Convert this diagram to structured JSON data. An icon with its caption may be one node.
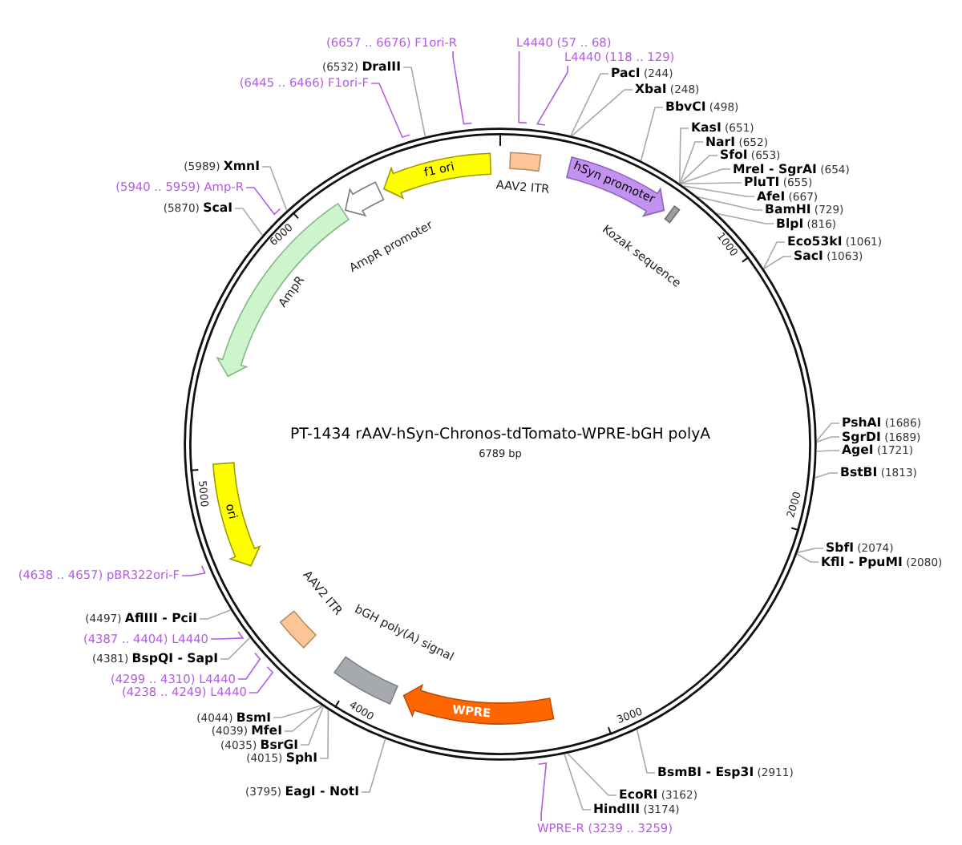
{
  "diagram": {
    "title": "PT-1434 rAAV-hSyn-Chronos-tdTomato-WPRE-bGH polyA",
    "nodes": [
      {
        "text": [],
        "shape": "circle"
      },
      {
        "text": [
          "L4440 (57 .. 68)"
        ]
      },
      {
        "text": [
          "L4440 (118 .. 129)"
        ]
      },
      {
        "text": [
          "**PacI** (244)"
        ]
      },
      {
        "text": [
          "**XbaI** (248)"
        ]
      },
      {
        "text": [
          "**BbvCI** (498)"
        ]
      },
      {
        "text": [
          "**KasI** (651)"
        ]
      },
      {
        "text": [
          "**NarI** (652)"
        ]
      },
      {
        "text": [
          "**SfoI** (653)"
        ]
      },
      {
        "text": [
          "**MreI - SgrAI** (654)"
        ]
      },
      {
        "text": [
          "**PluTI** (655)"
        ]
      },
      {
        "text": [
          "**AfeI** (667)"
        ]
      },
      {
        "text": [
          "**BamHI** (729)"
        ]
      },
      {
        "text": [
          "**BlpI** (816)"
        ]
      },
      {
        "text": [
          "**Eco53kI** (1061)"
        ]
      },
      {
        "text": [
          "**SacI** (1063)"
        ]
      },
      {
        "text": [
          "**PshAI** (1686)"
        ]
      },
      {
        "text": [
          "**SgrDI** (1689)"
        ]
      },
      {
        "text": [
          "**AgeI** (1721)"
        ]
      },
      {
        "text": [
          "**BstBI** (1813)"
        ]
      },
      {
        "text": [
          "**SbfI** (2074)"
        ]
      },
      {
        "text": [
          "**KflI - PpuMI** (2080)"
        ]
      },
      {
        "text": [
          "**BsmBI - Esp3I** (2911)"
        ]
      },
      {
        "text": [
          "**EcoRI** (3162)"
        ]
      },
      {
        "text": [
          "**HindIII** (3174)"
        ]
      },
      {
        "text": [
          "WPRE-R (3239 .. 3259)"
        ]
      },
      {
        "text": [
          "(3795) **EagI - NotI**"
        ]
      },
      {
        "text": [
          "(4015) **SphI**"
        ]
      },
      {
        "text": [
          "(4035) **BsrGI**"
        ]
      },
      {
        "text": [
          "(4039) **MfeI**"
        ]
      },
      {
        "text": [
          "(4044) **BsmI**"
        ]
      },
      {
        "text": [
          "(4238 .. 4249) L4440"
        ]
      },
      {
        "text": [
          "(4299 .. 4310) L4440"
        ]
      },
      {
        "text": [
          "(4381) **BspQI - SapI**"
        ]
      },
      {
        "text": [
          "(4387 .. 4404) L4440"
        ]
      },
      {
        "text": [
          "(4497) **AflIII - PciI**"
        ]
      },
      {
        "text": [
          "(4638 .. 4657) pBR322ori-F"
        ]
      },
      {
        "text": [
          "(5870) **ScaI**"
        ]
      },
      {
        "text": [
          "(5940 .. 5959) Amp-R"
        ]
      },
      {
        "text": [
          "(5989) **XmnI**"
        ]
      },
      {
        "text": [
          "(6445 .. 6466) F1ori-F"
        ]
      },
      {
        "text": [
          "(6532) **DraIII**"
        ]
      },
      {
        "text": [
          "(6657 .. 6676) F1ori-R"
        ]
      },
      {
        "text": [
          "f1 ori"
        ],
        "in": 0
      },
      {
        "text": [
          "AAV2 ITR"
        ],
        "in": 0
      },
      {
        "text": [
          "hSyn promoter"
        ],
        "in": 0
      },
      {
        "text": [
          "Kozak sequence"
        ],
        "in": 0
      },
      {
        "text": [
          "AmpR promoter"
        ],
        "in": 0
      },
      {
        "text": [
          "AmpR"
        ],
        "in": 0
      },
      {
        "text": [
          "ori"
        ],
        "in": 0
      },
      {
        "text": [
          "AAV2 ITR"
        ],
        "in": 0
      },
      {
        "text": [
          "bGH poly(A) signal"
        ],
        "in": 0
      },
      {
        "text": [
          "WPRE"
        ],
        "in": 0
      }
    ],
    "edges": [
      {
        "from": 1,
        "to": 0,
        "arrow": "none",
        "color": "#b45ce6"
      },
      {
        "from": 2,
        "to": 0,
        "arrow": "none",
        "color": "#b45ce6"
      },
      {
        "from": 3,
        "to": 0,
        "arrow": "none"
      },
      {
        "from": 4,
        "to": 0,
        "arrow": "none"
      },
      {
        "from": 5,
        "to": 0,
        "arrow": "none"
      },
      {
        "from": 6,
        "to": 0,
        "arrow": "none"
      },
      {
        "from": 7,
        "to": 0,
        "arrow": "none"
      },
      {
        "from": 8,
        "to": 0,
        "arrow": "none"
      },
      {
        "from": 9,
        "to": 0,
        "arrow": "none"
      },
      {
        "from": 10,
        "to": 0,
        "arrow": "none"
      },
      {
        "from": 11,
        "to": 0,
        "arrow": "none"
      },
      {
        "from": 12,
        "to": 0,
        "arrow": "none"
      },
      {
        "from": 13,
        "to": 0,
        "arrow": "none"
      },
      {
        "from": 14,
        "to": 0,
        "arrow": "none"
      },
      {
        "from": 15,
        "to": 0,
        "arrow": "none"
      },
      {
        "from": 16,
        "to": 0,
        "arrow": "none"
      },
      {
        "from": 17,
        "to": 0,
        "arrow": "none"
      },
      {
        "from": 18,
        "to": 0,
        "arrow": "none"
      },
      {
        "from": 19,
        "to": 0,
        "arrow": "none"
      },
      {
        "from": 20,
        "to": 0,
        "arrow": "none"
      },
      {
        "from": 21,
        "to": 0,
        "arrow": "none"
      },
      {
        "from": 22,
        "to": 0,
        "arrow": "none"
      },
      {
        "from": 23,
        "to": 0,
        "arrow": "none"
      },
      {
        "from": 24,
        "to": 0,
        "arrow": "none"
      },
      {
        "from": 25,
        "to": 0,
        "arrow": "none",
        "color": "#b45ce6"
      },
      {
        "from": 26,
        "to": 0,
        "arrow": "none"
      },
      {
        "from": 27,
        "to": 0,
        "arrow": "none"
      },
      {
        "from": 28,
        "to": 0,
        "arrow": "none"
      },
      {
        "from": 29,
        "to": 0,
        "arrow": "none"
      },
      {
        "from": 30,
        "to": 0,
        "arrow": "none"
      },
      {
        "from": 31,
        "to": 0,
        "arrow": "none",
        "color": "#b45ce6"
      },
      {
        "from": 32,
        "to": 0,
        "arrow": "none",
        "color": "#b45ce6"
      },
      {
        "from": 33,
        "to": 0,
        "arrow": "none"
      },
      {
        "from": 34,
        "to": 0,
        "arrow": "none",
        "color": "#b45ce6"
      },
      {
        "from": 35,
        "to": 0,
        "arrow": "none"
      },
      {
        "from": 36,
        "to": 0,
        "arrow": "none",
        "color": "#b45ce6"
      },
      {
        "from": 37,
        "to": 0,
        "arrow": "none"
      },
      {
        "from": 38,
        "to": 0,
        "arrow": "none",
        "color": "#b45ce6"
      },
      {
        "from": 39,
        "to": 0,
        "arrow": "none"
      },
      {
        "from": 40,
        "to": 0,
        "arrow": "none",
        "color": "#b45ce6"
      },
      {
        "from": 41,
        "to": 0,
        "arrow": "none"
      },
      {
        "from": 42,
        "to": 0,
        "arrow": "none",
        "color": "#b45ce6"
      }
    ],
    "labels": [
      "1000",
      "2000",
      "3000",
      "4000",
      "5000",
      "6000",
      "6789 bp"
    ]
  }
}
